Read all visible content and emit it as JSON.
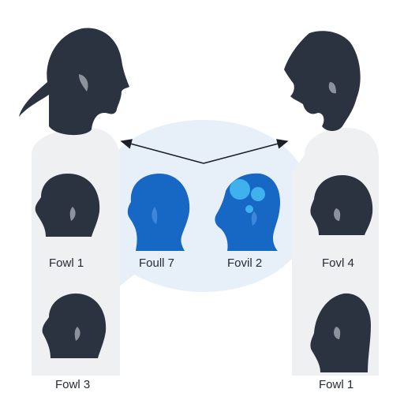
{
  "labels": {
    "left_top": "Fowl 1",
    "left_bottom": "Fowl 3",
    "center_left": "Foull 7",
    "center_right": "Fovil 2",
    "right_top": "Fovl 4",
    "right_bottom": "Fowl 1"
  },
  "icons": {
    "silhouette": "person-head-silhouette-icon",
    "bubbles": "thought-bubbles-icon",
    "arrow": "double-arrow-icon"
  },
  "colors": {
    "dark": "#2c3340",
    "torso": "#eef0f2",
    "bubble": "#e7f0f9",
    "blue": "#1767c4",
    "blue_light": "#3fb2ee",
    "ear": "#8d939c"
  }
}
